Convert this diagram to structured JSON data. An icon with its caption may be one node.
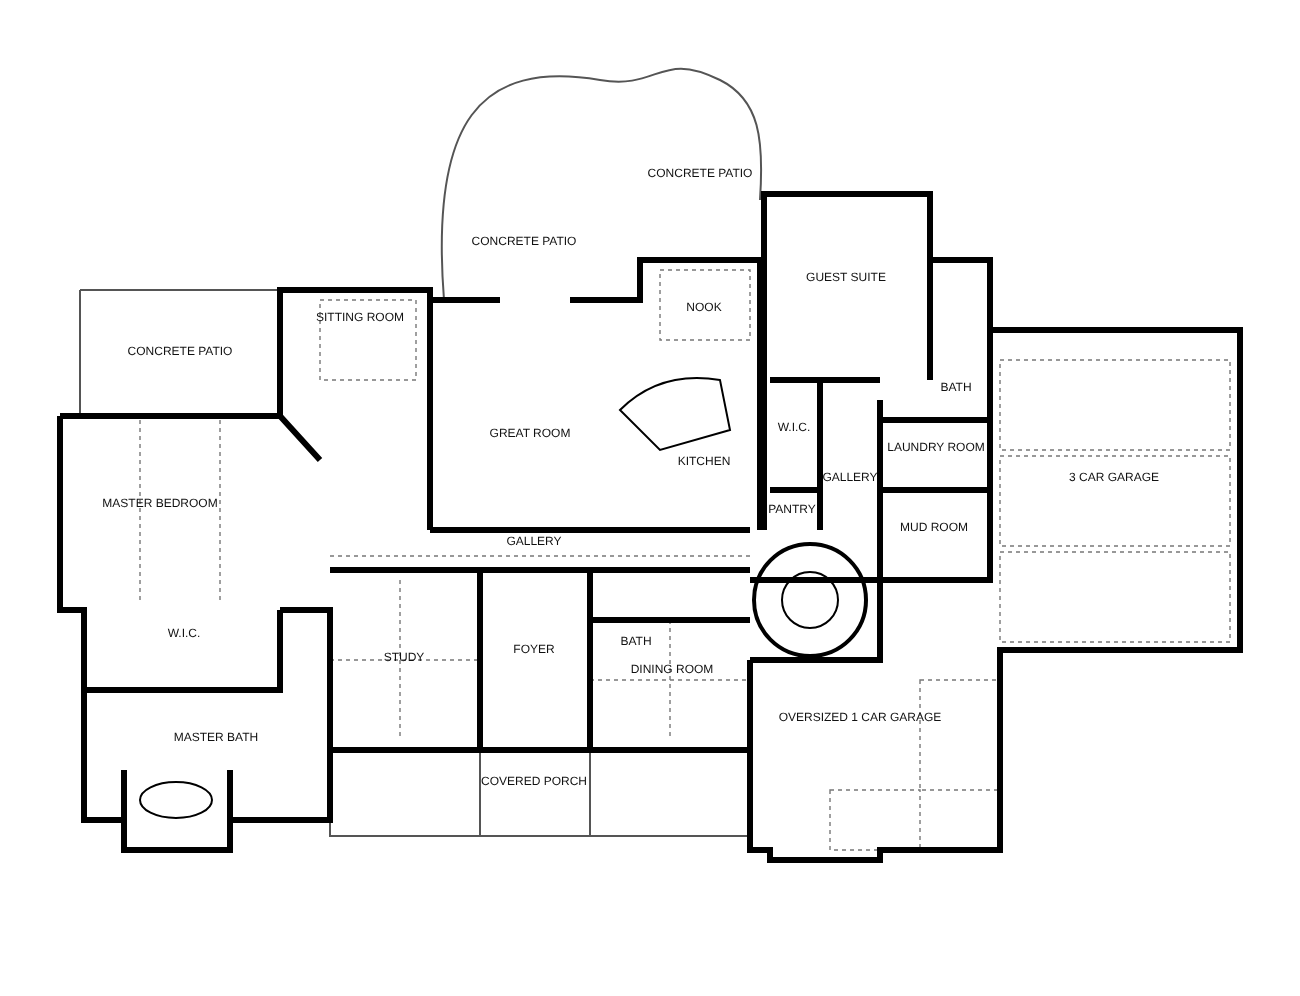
{
  "diagram": {
    "labels": [
      "CONCRETE PATIO",
      "CONCRETE PATIO",
      "GUEST SUITE",
      "CONCRETE PATIO",
      "SITTING ROOM",
      "NOOK",
      "BATH",
      "GREAT ROOM",
      "W.I.C.",
      "LAUNDRY ROOM",
      "KITCHEN",
      "GALLERY",
      "3 CAR GARAGE",
      "MASTER BEDROOM",
      "PANTRY",
      "MUD ROOM",
      "GALLERY",
      "W.I.C.",
      "BATH",
      "STUDY",
      "FOYER",
      "DINING ROOM",
      "OVERSIZED 1 CAR GARAGE",
      "MASTER BATH",
      "COVERED PORCH"
    ]
  }
}
